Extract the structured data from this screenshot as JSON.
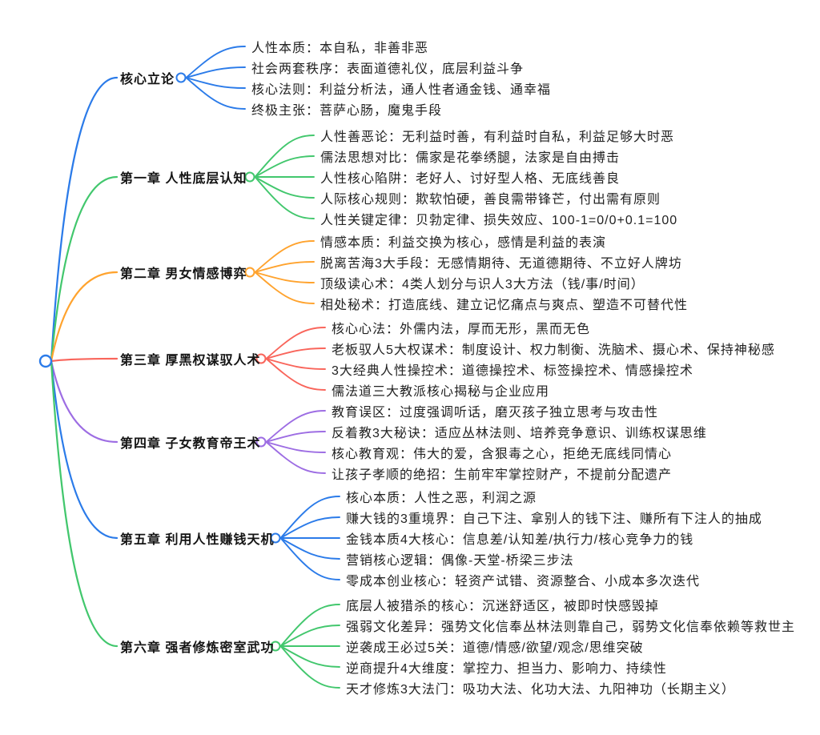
{
  "canvas": {
    "background": "#ffffff"
  },
  "root": {
    "color": "#2B7BE9"
  },
  "palette": {
    "blue": "#2B7BE9",
    "green": "#42C76D",
    "orange": "#FFA32E",
    "red": "#F9655B",
    "purple": "#9D6DE3",
    "text": "#222222",
    "label_text": "#141414"
  },
  "branches": [
    {
      "label": "核心立论",
      "color": "#2B7BE9",
      "children": [
        "人性本质：本自私，非善非恶",
        "社会两套秩序：表面道德礼仪，底层利益斗争",
        "核心法则：利益分析法，通人性者通金钱、通幸福",
        "终极主张：菩萨心肠，魔鬼手段"
      ]
    },
    {
      "label": "第一章 人性底层认知",
      "color": "#42C76D",
      "children": [
        "人性善恶论：无利益时善，有利益时自私，利益足够大时恶",
        "儒法思想对比：儒家是花拳绣腿，法家是自由搏击",
        "人性核心陷阱：老好人、讨好型人格、无底线善良",
        "人际核心规则：欺软怕硬，善良需带锋芒，付出需有原则",
        "人性关键定律：贝勃定律、损失效应、100-1=0/0+0.1=100"
      ]
    },
    {
      "label": "第二章 男女情感博弈",
      "color": "#FFA32E",
      "children": [
        "情感本质：利益交换为核心，感情是利益的表演",
        "脱离苦海3大手段：无感情期待、无道德期待、不立好人牌坊",
        "顶级读心术：4类人划分与识人3大方法（钱/事/时间）",
        "相处秘术：打造底线、建立记忆痛点与爽点、塑造不可替代性"
      ]
    },
    {
      "label": "第三章 厚黑权谋驭人术",
      "color": "#F9655B",
      "children": [
        "核心心法：外儒内法，厚而无形，黑而无色",
        "老板驭人5大权谋术：制度设计、权力制衡、洗脑术、摄心术、保持神秘感",
        "3大经典人性操控术：道德操控术、标签操控术、情感操控术",
        "儒法道三大教派核心揭秘与企业应用"
      ]
    },
    {
      "label": "第四章 子女教育帝王术",
      "color": "#9D6DE3",
      "children": [
        "教育误区：过度强调听话，磨灭孩子独立思考与攻击性",
        "反着教3大秘诀：适应丛林法则、培养竞争意识、训练权谋思维",
        "核心教育观：伟大的爱，含狠毒之心，拒绝无底线同情心",
        "让孩子孝顺的绝招：生前牢牢掌控财产，不提前分配遗产"
      ]
    },
    {
      "label": "第五章 利用人性赚钱天机",
      "color": "#2B7BE9",
      "children": [
        "核心本质：人性之恶，利润之源",
        "赚大钱的3重境界：自己下注、拿别人的钱下注、赚所有下注人的抽成",
        "金钱本质4大核心：信息差/认知差/执行力/核心竞争力的钱",
        "营销核心逻辑：偶像-天堂-桥梁三步法",
        "零成本创业核心：轻资产试错、资源整合、小成本多次迭代"
      ]
    },
    {
      "label": "第六章 强者修炼密室武功",
      "color": "#42C76D",
      "children": [
        "底层人被猎杀的核心：沉迷舒适区，被即时快感毁掉",
        "强弱文化差异：强势文化信奉丛林法则靠自己，弱势文化信奉依赖等救世主",
        "逆袭成王必过5关：道德/情感/欲望/观念/思维突破",
        "逆商提升4大维度：掌控力、担当力、影响力、持续性",
        "天才修炼3大法门：吸功大法、化功大法、九阳神功（长期主义）"
      ]
    }
  ]
}
